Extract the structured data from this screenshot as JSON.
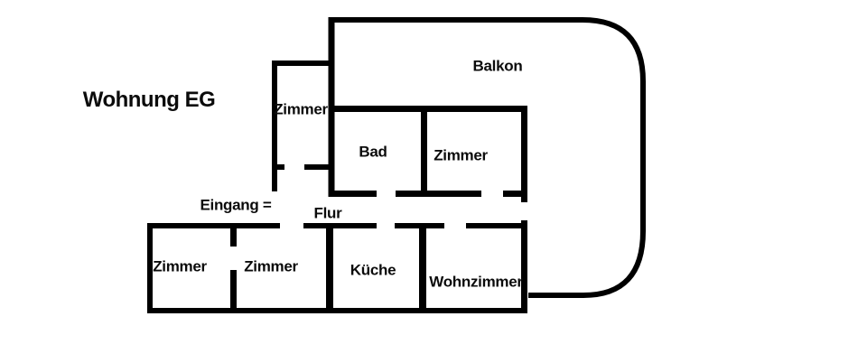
{
  "title": "Wohnung EG",
  "colors": {
    "wall": "#000000",
    "background": "#ffffff",
    "text": "#0b0b0b"
  },
  "floorplan": {
    "labels": {
      "balkon": "Balkon",
      "zimmer_top": "Zimmer",
      "bad": "Bad",
      "zimmer_upper_right": "Zimmer",
      "eingang": "Eingang =",
      "flur": "Flur",
      "zimmer_lower_left": "Zimmer",
      "zimmer_lower_mid": "Zimmer",
      "kueche": "Küche",
      "wohnzimmer": "Wohnzimmer"
    },
    "rooms": [
      {
        "name": "Balkon"
      },
      {
        "name": "Zimmer"
      },
      {
        "name": "Bad"
      },
      {
        "name": "Zimmer"
      },
      {
        "name": "Flur"
      },
      {
        "name": "Zimmer"
      },
      {
        "name": "Zimmer"
      },
      {
        "name": "Küche"
      },
      {
        "name": "Wohnzimmer"
      }
    ]
  }
}
